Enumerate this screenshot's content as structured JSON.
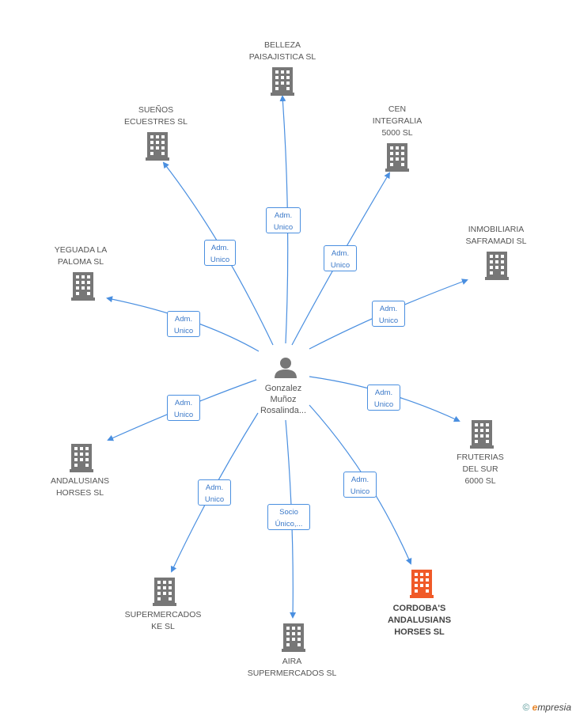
{
  "center": {
    "label": "Gonzalez\nMuñoz\nRosalinda..."
  },
  "nodes": [
    {
      "id": "belleza",
      "label": "BELLEZA\nPAISAJISTICA SL",
      "focus": false
    },
    {
      "id": "suenos",
      "label": "SUEÑOS\nECUESTRES SL",
      "focus": false
    },
    {
      "id": "cen",
      "label": "CEN\nINTEGRALIA\n5000  SL",
      "focus": false
    },
    {
      "id": "inmobiliaria",
      "label": "INMOBILIARIA\nSAFRAMADI SL",
      "focus": false
    },
    {
      "id": "yeguada",
      "label": "YEGUADA LA\nPALOMA SL",
      "focus": false
    },
    {
      "id": "fruterias",
      "label": "FRUTERIAS\nDEL SUR\n6000  SL",
      "focus": false
    },
    {
      "id": "andalusians",
      "label": "ANDALUSIANS\nHORSES SL",
      "focus": false
    },
    {
      "id": "cordobas",
      "label": "CORDOBA'S\nANDALUSIANS\nHORSES SL",
      "focus": true
    },
    {
      "id": "supermercados_ke",
      "label": "SUPERMERCADOS\nKE SL",
      "focus": false
    },
    {
      "id": "aira",
      "label": "AIRA\nSUPERMERCADOS SL",
      "focus": false
    }
  ],
  "edges": [
    {
      "to": "belleza",
      "label": "Adm.\nUnico"
    },
    {
      "to": "suenos",
      "label": "Adm.\nUnico"
    },
    {
      "to": "cen",
      "label": "Adm.\nUnico"
    },
    {
      "to": "inmobiliaria",
      "label": "Adm.\nUnico"
    },
    {
      "to": "yeguada",
      "label": "Adm.\nUnico"
    },
    {
      "to": "fruterias",
      "label": "Adm.\nUnico"
    },
    {
      "to": "andalusians",
      "label": "Adm.\nUnico"
    },
    {
      "to": "cordobas",
      "label": "Adm.\nUnico"
    },
    {
      "to": "supermercados_ke",
      "label": "Adm.\nUnico"
    },
    {
      "to": "aira",
      "label": "Socio\nÚnico,..."
    }
  ],
  "colors": {
    "edge": "#4a8fe0",
    "building": "#777777",
    "focus_building": "#f05a28",
    "person": "#777777"
  },
  "icons": {
    "company": "building-icon",
    "person": "person-icon"
  },
  "brand": {
    "copyright": "©",
    "e": "e",
    "rest": "mpresia"
  }
}
